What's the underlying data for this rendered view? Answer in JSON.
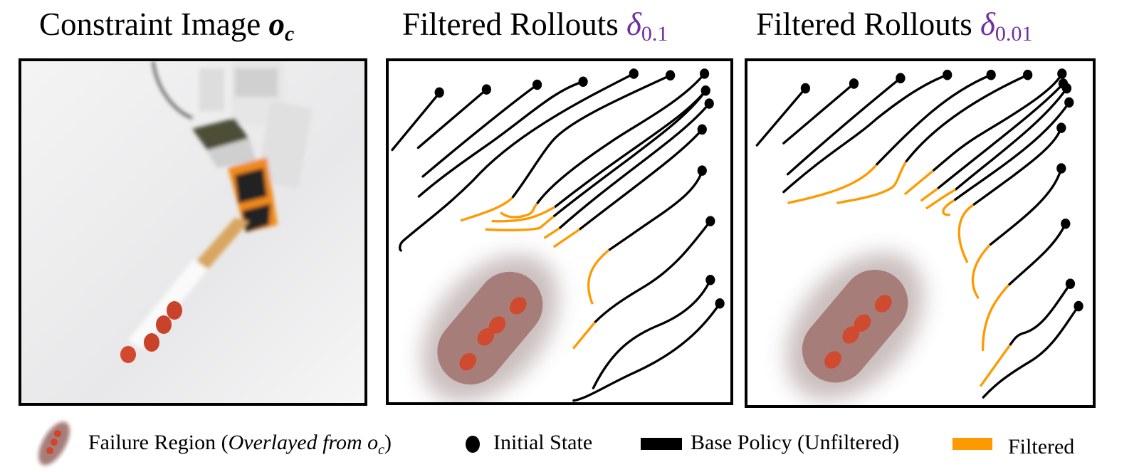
{
  "titles": {
    "constraint": {
      "text": "Constraint Image ",
      "math_base": "o",
      "math_sub": "c"
    },
    "filtered_1": {
      "text": "Filtered Rollouts ",
      "symbol": "δ",
      "sub": "0.1"
    },
    "filtered_2": {
      "text": "Filtered Rollouts ",
      "symbol": "δ",
      "sub": "0.01"
    }
  },
  "legend": {
    "failure_label": "Failure Region (",
    "failure_italic": "Overlayed from ",
    "failure_math_base": "o",
    "failure_math_sub": "c",
    "failure_close": ")",
    "initial_state": "Initial State",
    "base_policy": "Base Policy (Unfiltered)",
    "filtered": "Filtered"
  },
  "colors": {
    "delta": "#7030a0",
    "base_policy": "#000000",
    "filtered": "#ff9900",
    "failure_region": "#a67d78"
  }
}
